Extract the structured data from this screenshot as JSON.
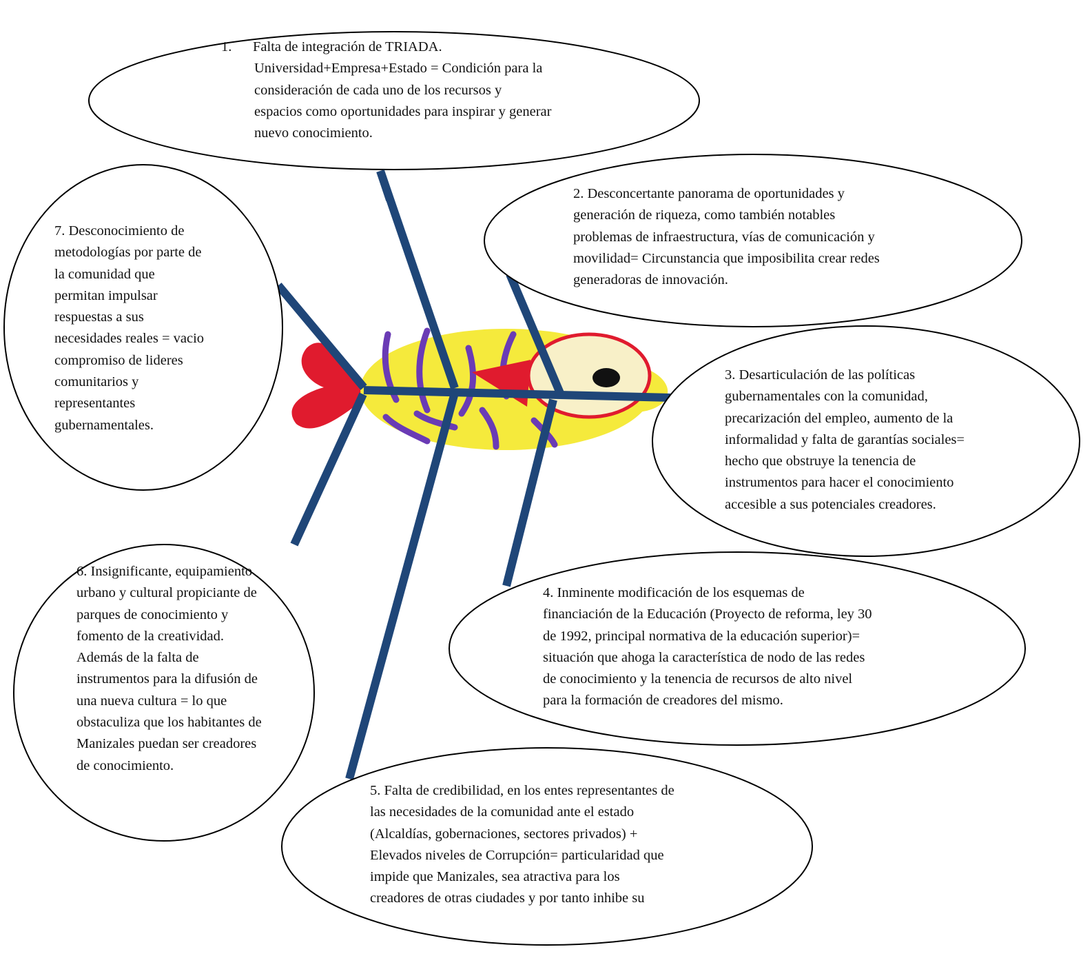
{
  "diagram": {
    "type": "fishbone",
    "colors": {
      "bone": "#1f4678",
      "fish_body": "#f5ea3c",
      "fish_stripes": "#6a3bb5",
      "fish_fins": "#e01b2e",
      "fish_eye_ring": "#e01b2e",
      "bubble_stroke": "#000000"
    },
    "causes": [
      {
        "id": 1,
        "number": "1.",
        "lines": [
          "Falta de integración de TRIADA.",
          "Universidad+Empresa+Estado = Condición para la",
          "consideración de cada uno de los recursos y",
          "espacios como oportunidades para inspirar y generar",
          "nuevo conocimiento."
        ]
      },
      {
        "id": 2,
        "lines": [
          "2. Desconcertante panorama de oportunidades y",
          "generación de riqueza, como también notables",
          "problemas de infraestructura, vías de comunicación y",
          "movilidad= Circunstancia que imposibilita crear redes",
          "generadoras de innovación."
        ]
      },
      {
        "id": 3,
        "lines": [
          "3. Desarticulación de las políticas",
          "gubernamentales con la comunidad,",
          "precarización del empleo, aumento de la",
          "informalidad y falta de garantías sociales=",
          "hecho que obstruye la tenencia de",
          "instrumentos para hacer el conocimiento",
          "accesible a sus potenciales creadores."
        ]
      },
      {
        "id": 4,
        "lines": [
          "4. Inminente modificación de los esquemas de",
          "financiación de la Educación (Proyecto de reforma, ley 30",
          "de 1992, principal normativa de la educación superior)=",
          "situación que ahoga la característica de nodo de las redes",
          "de conocimiento y la tenencia de recursos de alto nivel",
          "para la formación de creadores del mismo."
        ]
      },
      {
        "id": 5,
        "lines": [
          "5. Falta de credibilidad, en los entes representantes de",
          "las necesidades de la comunidad ante el estado",
          "(Alcaldías, gobernaciones, sectores privados) +",
          "Elevados niveles de Corrupción= particularidad que",
          "impide que Manizales, sea atractiva para los",
          "creadores de otras ciudades y por tanto inhibe su"
        ]
      },
      {
        "id": 6,
        "lines": [
          "6. Insignificante, equipamiento",
          "urbano y cultural propiciante de",
          "parques de conocimiento y",
          "fomento de la creatividad.",
          "Además de la falta de",
          "instrumentos para la difusión de",
          "una nueva cultura = lo que",
          "obstaculiza que los habitantes de",
          "Manizales puedan ser creadores",
          "de conocimiento."
        ]
      },
      {
        "id": 7,
        "lines": [
          "7. Desconocimiento de",
          "metodologías por parte de",
          "la comunidad que",
          "permitan impulsar",
          "respuestas a sus",
          "necesidades reales = vacio",
          "compromiso de lideres",
          "comunitarios y",
          "representantes",
          "gubernamentales."
        ]
      }
    ]
  }
}
